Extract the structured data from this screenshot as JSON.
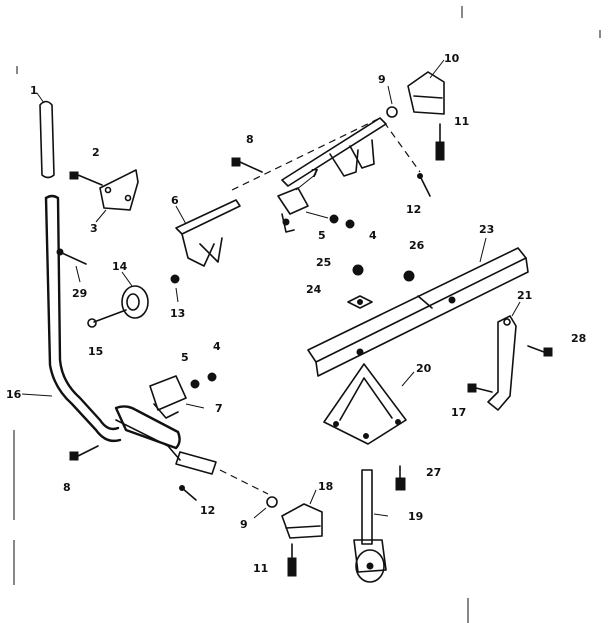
{
  "callouts": [
    {
      "id": "c1",
      "text": "1"
    },
    {
      "id": "c2",
      "text": "2"
    },
    {
      "id": "c3",
      "text": "3"
    },
    {
      "id": "c4a",
      "text": "4"
    },
    {
      "id": "c4b",
      "text": "4"
    },
    {
      "id": "c5a",
      "text": "5"
    },
    {
      "id": "c5b",
      "text": "5"
    },
    {
      "id": "c6",
      "text": "6"
    },
    {
      "id": "c7a",
      "text": "7"
    },
    {
      "id": "c7b",
      "text": "7"
    },
    {
      "id": "c8a",
      "text": "8"
    },
    {
      "id": "c8b",
      "text": "8"
    },
    {
      "id": "c9a",
      "text": "9"
    },
    {
      "id": "c9b",
      "text": "9"
    },
    {
      "id": "c10",
      "text": "10"
    },
    {
      "id": "c11a",
      "text": "11"
    },
    {
      "id": "c11b",
      "text": "11"
    },
    {
      "id": "c12a",
      "text": "12"
    },
    {
      "id": "c12b",
      "text": "12"
    },
    {
      "id": "c13",
      "text": "13"
    },
    {
      "id": "c14",
      "text": "14"
    },
    {
      "id": "c15",
      "text": "15"
    },
    {
      "id": "c16",
      "text": "16"
    },
    {
      "id": "c17",
      "text": "17"
    },
    {
      "id": "c18",
      "text": "18"
    },
    {
      "id": "c19",
      "text": "19"
    },
    {
      "id": "c20",
      "text": "20"
    },
    {
      "id": "c21",
      "text": "21"
    },
    {
      "id": "c23",
      "text": "23"
    },
    {
      "id": "c24",
      "text": "24"
    },
    {
      "id": "c25",
      "text": "25"
    },
    {
      "id": "c26",
      "text": "26"
    },
    {
      "id": "c27",
      "text": "27"
    },
    {
      "id": "c28",
      "text": "28"
    },
    {
      "id": "c29",
      "text": "29"
    }
  ]
}
